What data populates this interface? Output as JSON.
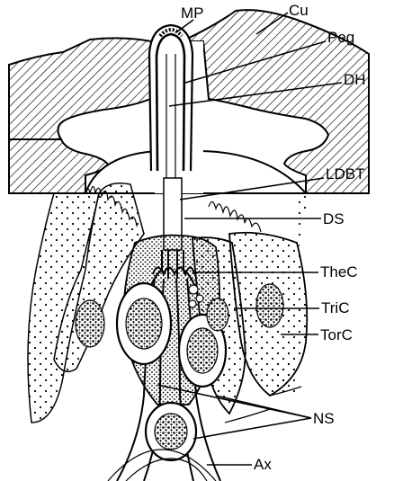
{
  "labels": {
    "mp": "MP",
    "cu": "Cu",
    "peg": "Peg",
    "dh": "DH",
    "ldbt": "LDBT",
    "ds": "DS",
    "thec": "TheC",
    "tric": "TriC",
    "torc": "TorC",
    "ns": "NS",
    "ax": "Ax"
  }
}
